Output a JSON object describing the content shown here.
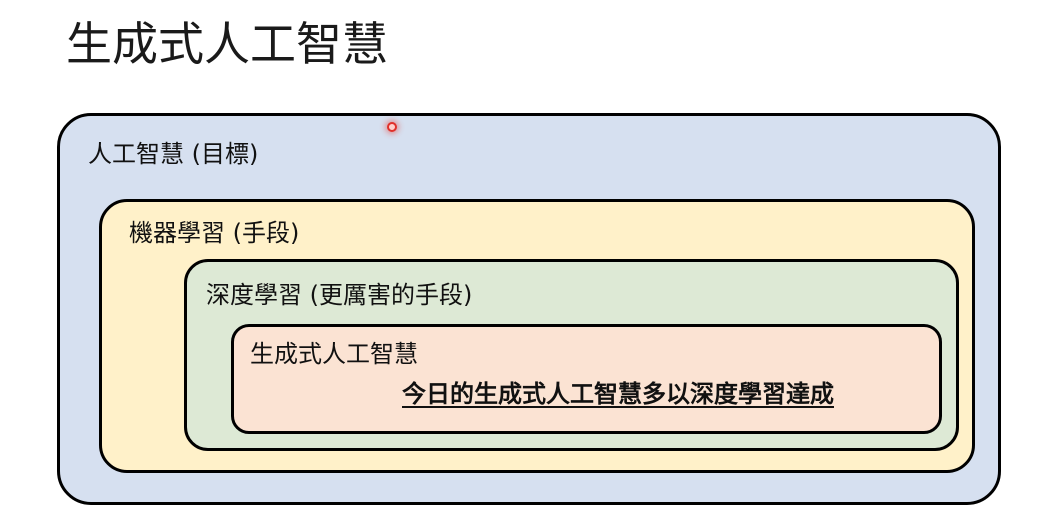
{
  "slide": {
    "title": "生成式人工智慧"
  },
  "diagram": {
    "outer": {
      "label": "人工智慧 (目標)",
      "fill": "#d6e0f0"
    },
    "machine_learning": {
      "label": "機器學習 (手段)",
      "fill": "#fff1c9"
    },
    "deep_learning": {
      "label": "深度學習 (更厲害的手段)",
      "fill": "#dde9d5"
    },
    "generative_ai": {
      "label": "生成式人工智慧",
      "note": "今日的生成式人工智慧多以深度學習達成",
      "fill": "#fbe3d3"
    }
  },
  "colors": {
    "border": "#000000",
    "pointer": "#e0302a"
  }
}
